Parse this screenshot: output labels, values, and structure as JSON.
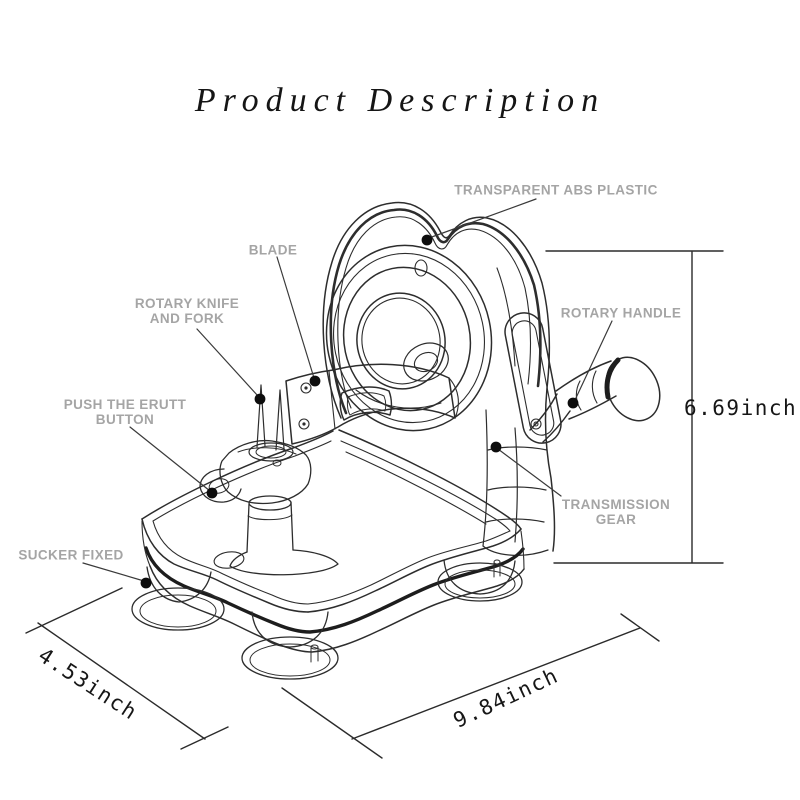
{
  "title": {
    "text": "Product Description"
  },
  "callouts": {
    "transparent_abs": {
      "text": "TRANSPARENT ABS PLASTIC"
    },
    "blade": {
      "text": "BLADE"
    },
    "rotary_knife": {
      "line1": "ROTARY KNIFE",
      "line2": "AND FORK"
    },
    "push_button": {
      "line1": "PUSH THE ERUTT",
      "line2": "BUTTON"
    },
    "rotary_handle": {
      "text": "ROTARY HANDLE"
    },
    "transmission_gear": {
      "line1": "TRANSMISSION",
      "line2": "GEAR"
    },
    "sucker_fixed": {
      "text": "SUCKER FIXED"
    }
  },
  "dimensions": {
    "height": "6.69inch",
    "width": "4.53inch",
    "depth": "9.84inch"
  },
  "colors": {
    "background": "#ffffff",
    "callout_text": "#a5a5a5",
    "drawing_line": "#2d2d2d",
    "dark_band": "#1d1d1d",
    "dimension_text": "#161616",
    "title_text": "#151515"
  }
}
